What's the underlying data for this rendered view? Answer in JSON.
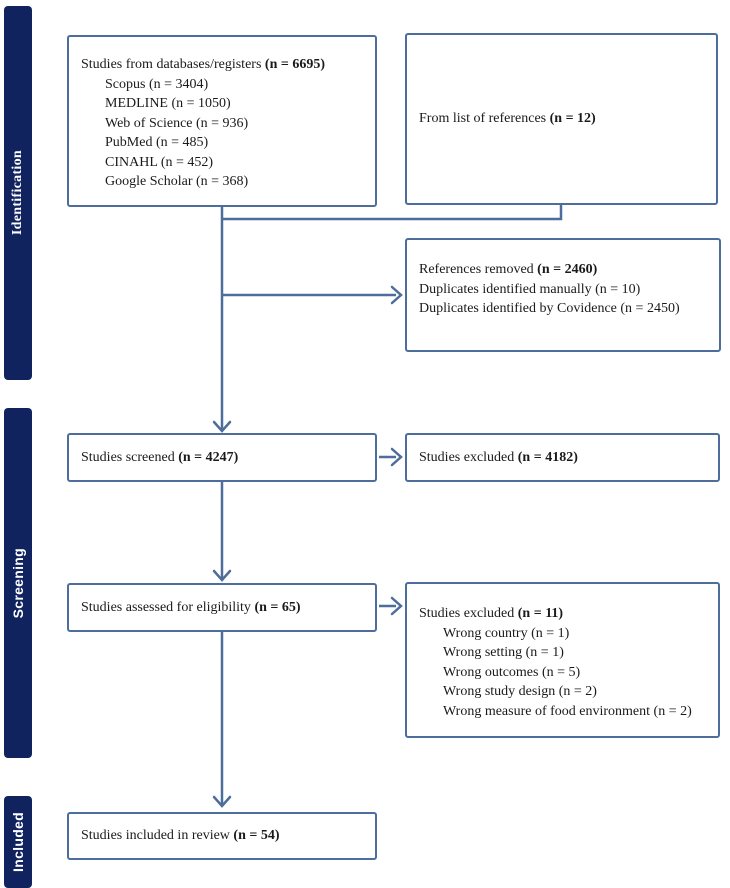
{
  "stages": {
    "identification": "Identification",
    "screening": "Screening",
    "included": "Included"
  },
  "boxes": {
    "databases": {
      "title": "Studies from databases/registers ",
      "count": "(n = 6695)",
      "items": [
        "Scopus (n = 3404)",
        "MEDLINE (n = 1050)",
        "Web of Science (n = 936)",
        "PubMed (n = 485)",
        "CINAHL (n = 452)",
        "Google Scholar (n = 368)"
      ]
    },
    "references": {
      "title": "From list of references ",
      "count": "(n = 12)"
    },
    "removed": {
      "title": "References removed ",
      "count": "(n = 2460)",
      "items": [
        "Duplicates identified manually (n = 10)",
        "Duplicates identified by Covidence (n = 2450)"
      ]
    },
    "screened": {
      "title": "Studies screened ",
      "count": "(n = 4247)"
    },
    "excluded_screening": {
      "title": "Studies excluded ",
      "count": "(n = 4182)"
    },
    "assessed": {
      "title": "Studies assessed for eligibility ",
      "count": "(n = 65)"
    },
    "excluded_eligibility": {
      "title": "Studies excluded ",
      "count": "(n = 11)",
      "items": [
        "Wrong country (n = 1)",
        "Wrong setting (n = 1)",
        "Wrong outcomes (n = 5)",
        "Wrong study design (n = 2)",
        "Wrong measure of food environment (n = 2)"
      ]
    },
    "included_review": {
      "title": "Studies included in review ",
      "count": "(n = 54)"
    }
  },
  "colors": {
    "box_border": "#4d6d9c",
    "arrow": "#4d6d9c",
    "stage_bar": "#10235f",
    "stage_text": "#ffffff"
  }
}
